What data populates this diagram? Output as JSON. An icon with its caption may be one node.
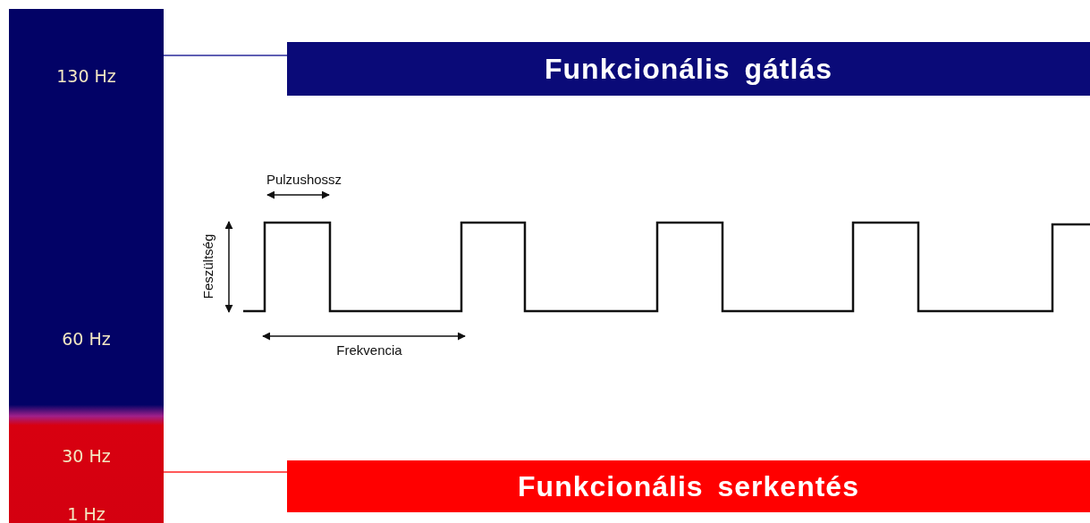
{
  "diagram": {
    "nodes": [
      {
        "text": [
          "130 Hz",
          "60 Hz",
          "30 Hz",
          "1 Hz"
        ]
      },
      {
        "text": [
          "Funkcionális gátlás"
        ]
      },
      {
        "text": [
          "Funkcionális serkentés"
        ]
      }
    ],
    "edges": [
      {
        "from": 0,
        "to": 1,
        "arrow": "none",
        "color": "#2a2a9a"
      },
      {
        "from": 0,
        "to": 2,
        "arrow": "none",
        "color": "#ff2020"
      }
    ],
    "labels": [
      "Pulzushossz",
      "Feszültség",
      "Frekvencia"
    ]
  }
}
